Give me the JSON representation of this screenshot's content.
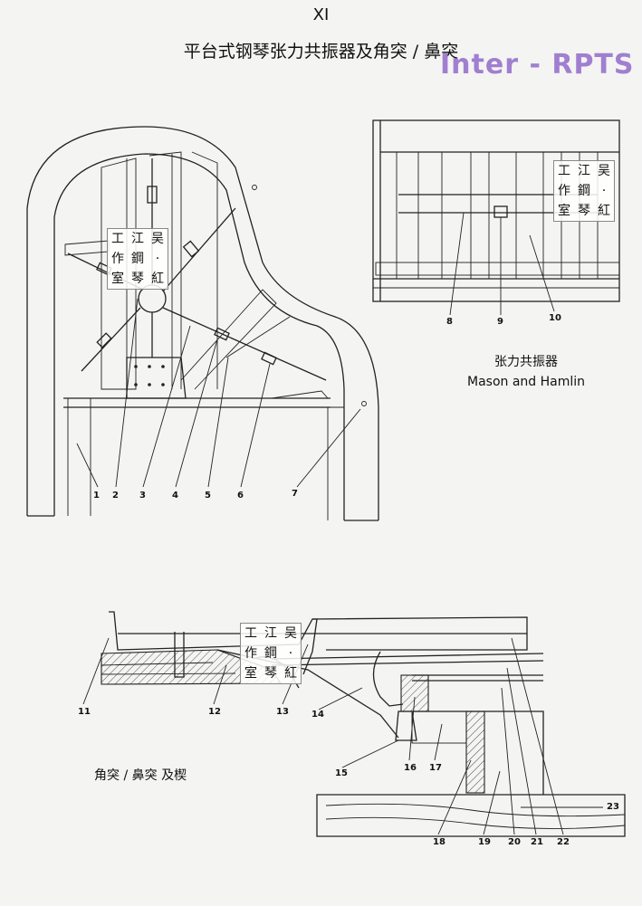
{
  "header": {
    "page_number": "XI",
    "title": "平台式钢琴张力共振器及角突 / 鼻突",
    "watermark": "Inter - RPTS"
  },
  "stamp": {
    "chars": [
      "工",
      "江",
      "吴",
      "作",
      "鋼",
      "·",
      "室",
      "琴",
      "紅"
    ]
  },
  "top_right": {
    "caption_cn": "张力共振器",
    "caption_en": "Mason and Hamlin"
  },
  "bottom": {
    "caption": "角突 / 鼻突 及楔"
  },
  "labels": {
    "n1": "1",
    "n2": "2",
    "n3": "3",
    "n4": "4",
    "n5": "5",
    "n6": "6",
    "n7": "7",
    "n8": "8",
    "n9": "9",
    "n10": "10",
    "n11": "11",
    "n12": "12",
    "n13": "13",
    "n14": "14",
    "n15": "15",
    "n16": "16",
    "n17": "17",
    "n18": "18",
    "n19": "19",
    "n20": "20",
    "n21": "21",
    "n22": "22",
    "n23": "23"
  }
}
